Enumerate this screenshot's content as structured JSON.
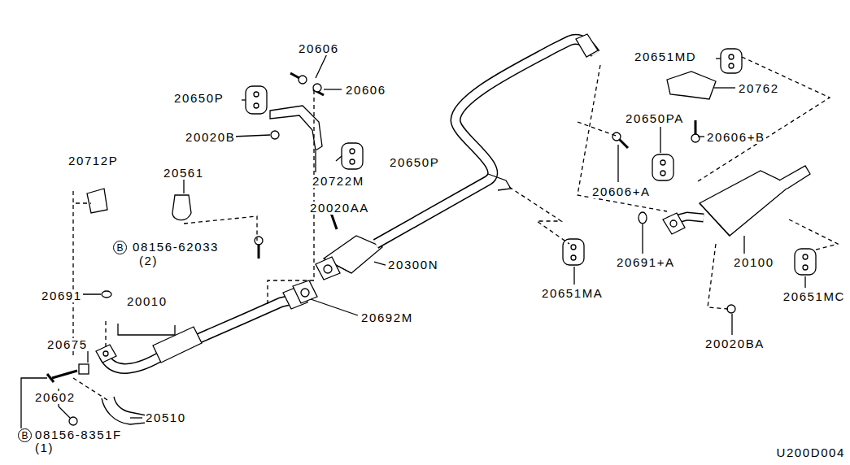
{
  "diagram": {
    "nodes": [
      {
        "text": [
          "B"
        ]
      },
      {
        "text": [
          "B"
        ]
      }
    ],
    "labels": [
      "20606",
      "20606",
      "20650P",
      "20020B",
      "20650P",
      "20722M",
      "20712P",
      "20561",
      "08156-62033",
      "(2)",
      "20020AA",
      "20300N",
      "20692M",
      "20691",
      "20010",
      "20675",
      "20602",
      "20510",
      "08156-8351F",
      "(1)",
      "20651MD",
      "20762",
      "20606+B",
      "20650PA",
      "20606+A",
      "20651MA",
      "20691+A",
      "20100",
      "20651MC",
      "20020BA",
      "U200D004"
    ]
  }
}
